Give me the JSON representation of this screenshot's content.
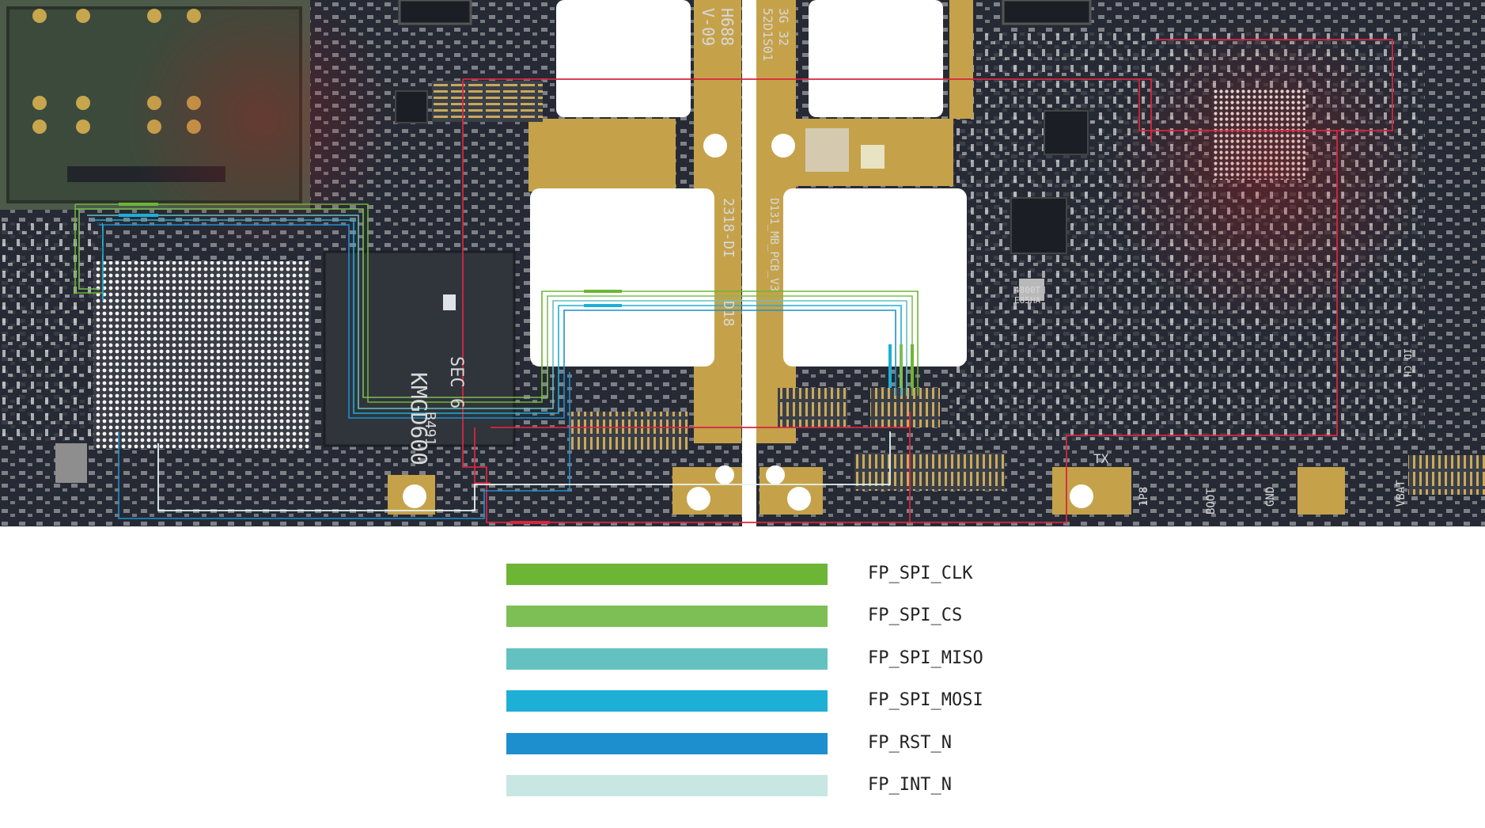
{
  "board": {
    "background_color": "#262a35",
    "pcb_silkscreen": [
      "KMGD600",
      "SEC 6",
      "B491",
      "H688",
      "V-09",
      "2318-DI",
      "D18",
      "D131_MB_PCB_V3",
      "52D1S01",
      "3G 32",
      "4800T",
      "E85HA",
      "TX",
      "1P8",
      "BOOT",
      "GND",
      "VBAT",
      "ID CH"
    ]
  },
  "legend": {
    "items": [
      {
        "label": "FP_SPI_CLK",
        "color": "#6db535"
      },
      {
        "label": "FP_SPI_CS",
        "color": "#7dbe55"
      },
      {
        "label": "FP_SPI_MISO",
        "color": "#63c1c0"
      },
      {
        "label": "FP_SPI_MOSI",
        "color": "#1eafd6"
      },
      {
        "label": "FP_RST_N",
        "color": "#1e8fce"
      },
      {
        "label": "FP_INT_N",
        "color": "#c8e6e2"
      }
    ]
  }
}
